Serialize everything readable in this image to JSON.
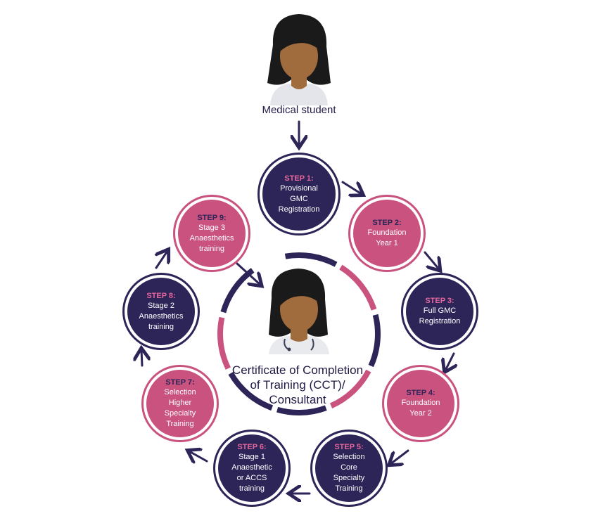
{
  "top_label": "Medical student",
  "center_label": [
    "Certificate of Completion",
    "of Training (CCT)/",
    "Consultant"
  ],
  "colors": {
    "dark": "#2d2458",
    "pink": "#c9527f",
    "step_num_on_dark": "#e4679c",
    "skin": "#a06b3d",
    "hair": "#1a1a1a"
  },
  "steps": [
    {
      "num": "STEP 1:",
      "lines": [
        "Provisional",
        "GMC",
        "Registration"
      ],
      "style": "dark"
    },
    {
      "num": "STEP 2:",
      "lines": [
        "Foundation",
        "Year 1"
      ],
      "style": "pink"
    },
    {
      "num": "STEP 3:",
      "lines": [
        "Full GMC",
        "Registration"
      ],
      "style": "dark"
    },
    {
      "num": "STEP 4:",
      "lines": [
        "Foundation",
        "Year 2"
      ],
      "style": "pink"
    },
    {
      "num": "STEP 5:",
      "lines": [
        "Selection",
        "Core Specialty",
        "Training"
      ],
      "style": "dark"
    },
    {
      "num": "STEP 6:",
      "lines": [
        "Stage 1",
        "Anaesthetic",
        "or ACCS",
        "training"
      ],
      "style": "dark"
    },
    {
      "num": "STEP 7:",
      "lines": [
        "Selection",
        "Higher Specialty",
        "Training"
      ],
      "style": "pink"
    },
    {
      "num": "STEP 8:",
      "lines": [
        "Stage 2",
        "Anaesthetics",
        "training"
      ],
      "style": "dark"
    },
    {
      "num": "STEP 9:",
      "lines": [
        "Stage 3",
        "Anaesthetics",
        "training"
      ],
      "style": "pink"
    }
  ]
}
